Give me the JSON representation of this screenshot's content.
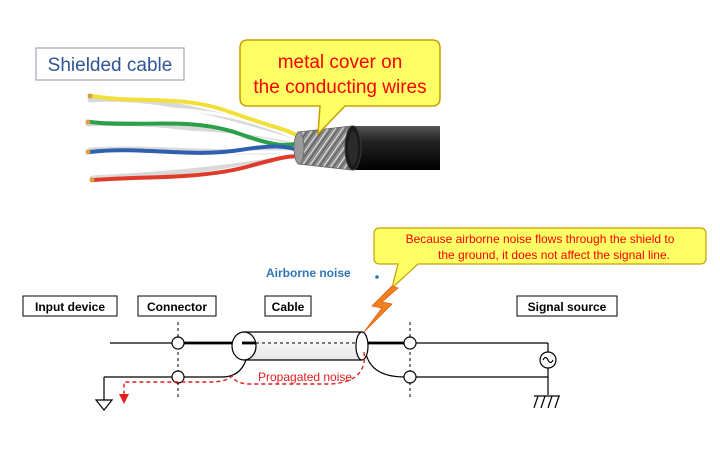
{
  "cable_label": "Shielded cable",
  "callout_top": {
    "line1": "metal cover on",
    "line2": "the conducting wires"
  },
  "callout_bottom": {
    "line1": "Because airborne noise flows through the shield to",
    "line2": "the ground, it does not affect the signal line."
  },
  "airborne_noise_label": "Airborne noise",
  "propagated_noise_label": "Propagated noise",
  "section_labels": {
    "input_device": "Input device",
    "connector": "Connector",
    "cable": "Cable",
    "signal_source": "Signal source"
  },
  "colors": {
    "label_blue": "#2f5597",
    "callout_fill": "#ffff66",
    "callout_stroke": "#c8a000",
    "callout_text_red": "#ff0000",
    "noise_red": "#e02020",
    "lightning_orange": "#f08020",
    "airborne_blue": "#2e75b6",
    "wire_yellow": "#f2e03a",
    "wire_green": "#2aa04a",
    "wire_blue": "#2e5fb0",
    "wire_red": "#e03a2a"
  },
  "icons": [
    "shielded-cable-illustration",
    "lightning-bolt-icon",
    "ac-source-icon",
    "ground-icon"
  ]
}
